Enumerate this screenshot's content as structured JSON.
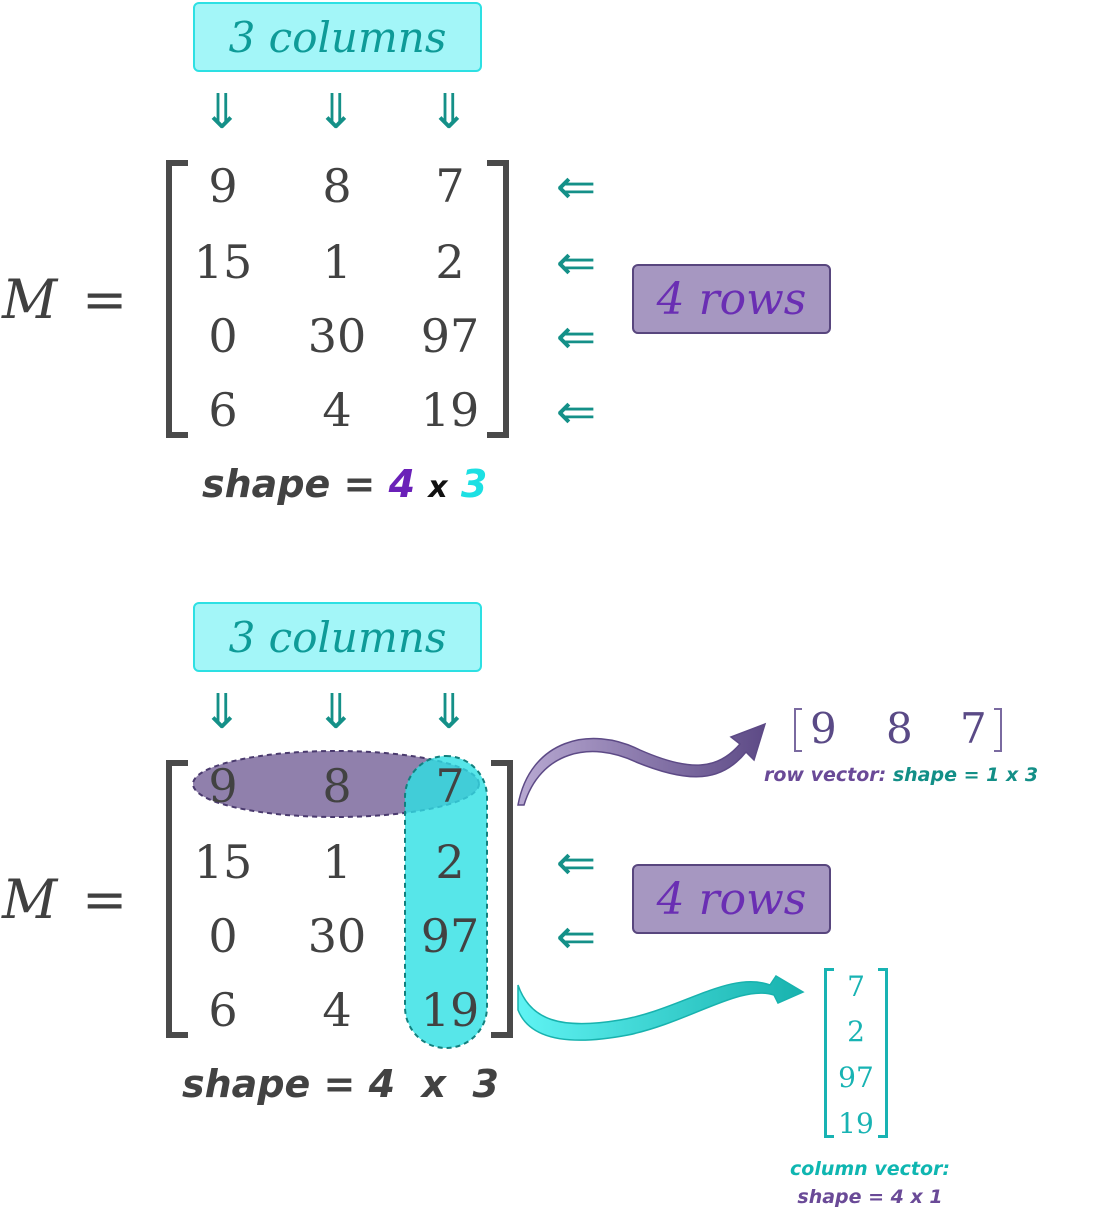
{
  "top": {
    "columns_label": "3 columns",
    "rows_label": "4 rows",
    "matrix_name": "M",
    "equals": "=",
    "down_arrow": "⇓",
    "left_arrow": "⇐",
    "matrix": [
      [
        "9",
        "8",
        "7"
      ],
      [
        "15",
        "1",
        "2"
      ],
      [
        "0",
        "30",
        "97"
      ],
      [
        "6",
        "4",
        "19"
      ]
    ],
    "shape_prefix": "shape =",
    "shape_rows": "4",
    "shape_x": "x",
    "shape_cols": "3"
  },
  "bottom": {
    "columns_label": "3 columns",
    "rows_label": "4 rows",
    "matrix_name": "M",
    "equals": "=",
    "down_arrow": "⇓",
    "left_arrow": "⇐",
    "matrix": [
      [
        "9",
        "8",
        "7"
      ],
      [
        "15",
        "1",
        "2"
      ],
      [
        "0",
        "30",
        "97"
      ],
      [
        "6",
        "4",
        "19"
      ]
    ],
    "shape_text": "shape = 4  x  3",
    "row_vector": [
      "9",
      "8",
      "7"
    ],
    "row_caption_prefix": "row vector: ",
    "row_caption_shape": "shape = 1 x 3",
    "column_vector": [
      "7",
      "2",
      "97",
      "19"
    ],
    "column_caption_line1": "column vector:",
    "column_caption_line2": "shape = 4 x 1"
  },
  "colors": {
    "teal_arrow": "#149088",
    "cyan_highlight": "#2de0e3",
    "purple_highlight": "#7c6a9e",
    "rows_box": "#a697c1",
    "columns_box": "#a3f6f8"
  }
}
